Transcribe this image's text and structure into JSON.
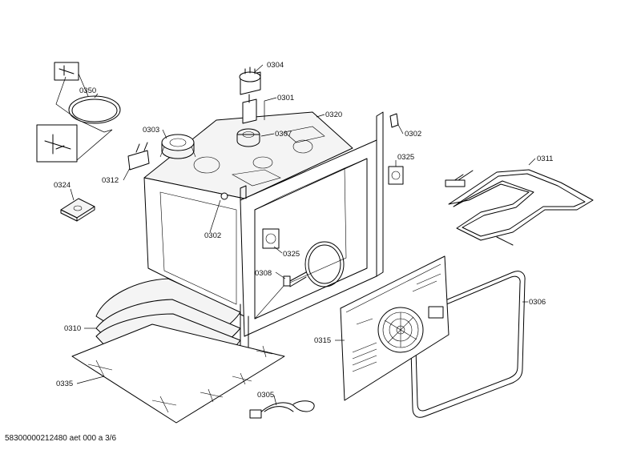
{
  "diagram": {
    "labels": {
      "l0304": "0304",
      "l0350": "0350",
      "l0301": "0301",
      "l0320": "0320",
      "l0303": "0303",
      "l0307": "0307",
      "l0302a": "0302",
      "l0325a": "0325",
      "l0311": "0311",
      "l0312": "0312",
      "l0324": "0324",
      "l0302b": "0302",
      "l0325b": "0325",
      "l0308": "0308",
      "l0306": "0306",
      "l0310": "0310",
      "l0315": "0315",
      "l0335": "0335",
      "l0305": "0305"
    },
    "footer": "58300000212480 aet 000 a 3/6"
  }
}
